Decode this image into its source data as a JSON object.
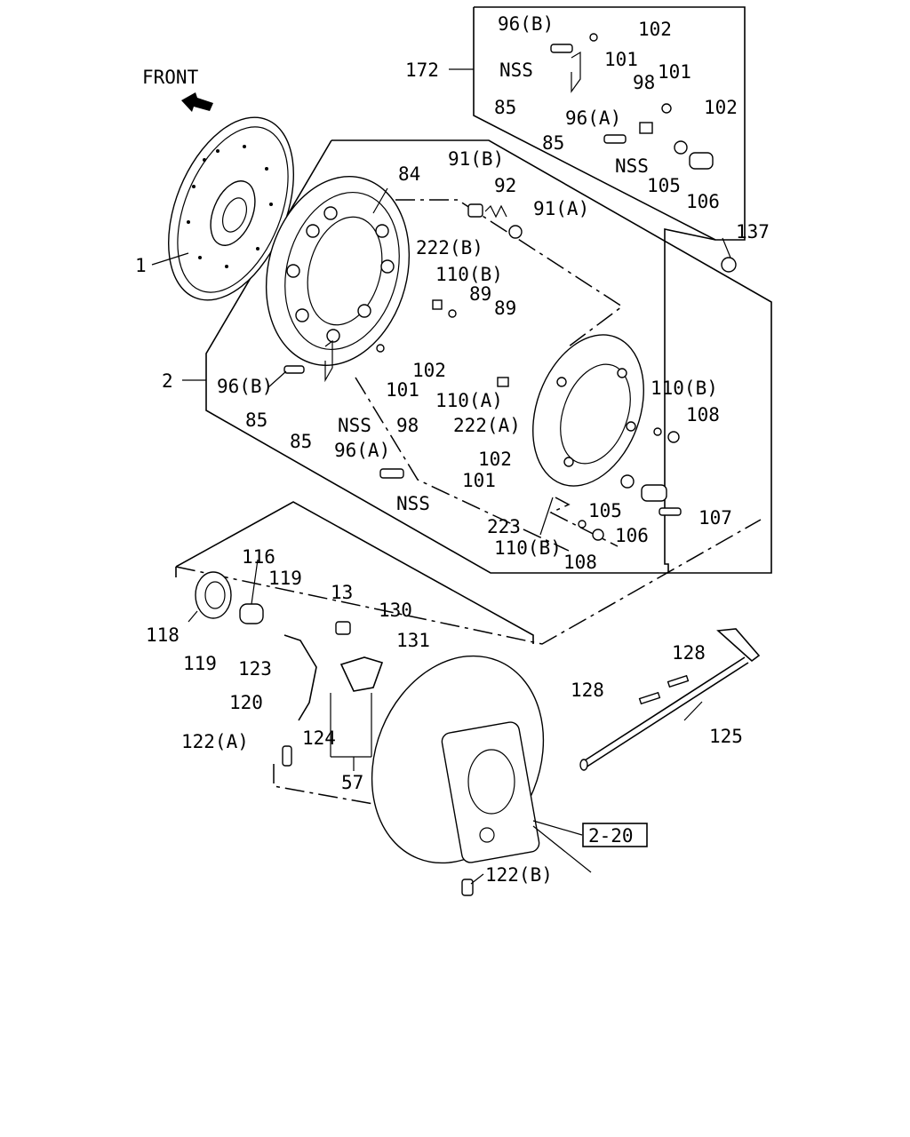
{
  "front_label": "FRONT",
  "ref_box": "2-20",
  "callouts": [
    {
      "id": "c-96b-top",
      "text": "96(B)"
    },
    {
      "id": "c-102-top",
      "text": "102"
    },
    {
      "id": "c-172",
      "text": "172"
    },
    {
      "id": "c-nss-top",
      "text": "NSS"
    },
    {
      "id": "c-101-top",
      "text": "101"
    },
    {
      "id": "c-98-top",
      "text": "98"
    },
    {
      "id": "c-101-top2",
      "text": "101"
    },
    {
      "id": "c-102-top2",
      "text": "102"
    },
    {
      "id": "c-85-top",
      "text": "85"
    },
    {
      "id": "c-96a-top",
      "text": "96(A)"
    },
    {
      "id": "c-85-top2",
      "text": "85"
    },
    {
      "id": "c-nss-top2",
      "text": "NSS"
    },
    {
      "id": "c-105-top",
      "text": "105"
    },
    {
      "id": "c-106-top",
      "text": "106"
    },
    {
      "id": "c-84",
      "text": "84"
    },
    {
      "id": "c-91b",
      "text": "91(B)"
    },
    {
      "id": "c-92",
      "text": "92"
    },
    {
      "id": "c-91a",
      "text": "91(A)"
    },
    {
      "id": "c-137",
      "text": "137"
    },
    {
      "id": "c-1",
      "text": "1"
    },
    {
      "id": "c-222b",
      "text": "222(B)"
    },
    {
      "id": "c-110b-1",
      "text": "110(B)"
    },
    {
      "id": "c-89a",
      "text": "89"
    },
    {
      "id": "c-89b",
      "text": "89"
    },
    {
      "id": "c-2",
      "text": "2"
    },
    {
      "id": "c-96b-mid",
      "text": "96(B)"
    },
    {
      "id": "c-102-mid",
      "text": "102"
    },
    {
      "id": "c-101-mid",
      "text": "101"
    },
    {
      "id": "c-110a",
      "text": "110(A)"
    },
    {
      "id": "c-110b-2",
      "text": "110(B)"
    },
    {
      "id": "c-85-mid",
      "text": "85"
    },
    {
      "id": "c-nss-mid",
      "text": "NSS"
    },
    {
      "id": "c-85-mid2",
      "text": "85"
    },
    {
      "id": "c-98-mid",
      "text": "98"
    },
    {
      "id": "c-222a",
      "text": "222(A)"
    },
    {
      "id": "c-108-1",
      "text": "108"
    },
    {
      "id": "c-96a-mid",
      "text": "96(A)"
    },
    {
      "id": "c-102-mid2",
      "text": "102"
    },
    {
      "id": "c-101-mid2",
      "text": "101"
    },
    {
      "id": "c-nss-mid2",
      "text": "NSS"
    },
    {
      "id": "c-105-mid",
      "text": "105"
    },
    {
      "id": "c-107",
      "text": "107"
    },
    {
      "id": "c-223",
      "text": "223"
    },
    {
      "id": "c-106-mid",
      "text": "106"
    },
    {
      "id": "c-110b-3",
      "text": "110(B)"
    },
    {
      "id": "c-108-2",
      "text": "108"
    },
    {
      "id": "c-116",
      "text": "116"
    },
    {
      "id": "c-119a",
      "text": "119"
    },
    {
      "id": "c-13",
      "text": "13"
    },
    {
      "id": "c-130",
      "text": "130"
    },
    {
      "id": "c-118",
      "text": "118"
    },
    {
      "id": "c-131",
      "text": "131"
    },
    {
      "id": "c-119b",
      "text": "119"
    },
    {
      "id": "c-123",
      "text": "123"
    },
    {
      "id": "c-128a",
      "text": "128"
    },
    {
      "id": "c-128b",
      "text": "128"
    },
    {
      "id": "c-120",
      "text": "120"
    },
    {
      "id": "c-125",
      "text": "125"
    },
    {
      "id": "c-124",
      "text": "124"
    },
    {
      "id": "c-122a",
      "text": "122(A)"
    },
    {
      "id": "c-57",
      "text": "57"
    },
    {
      "id": "c-122b",
      "text": "122(B)"
    }
  ]
}
